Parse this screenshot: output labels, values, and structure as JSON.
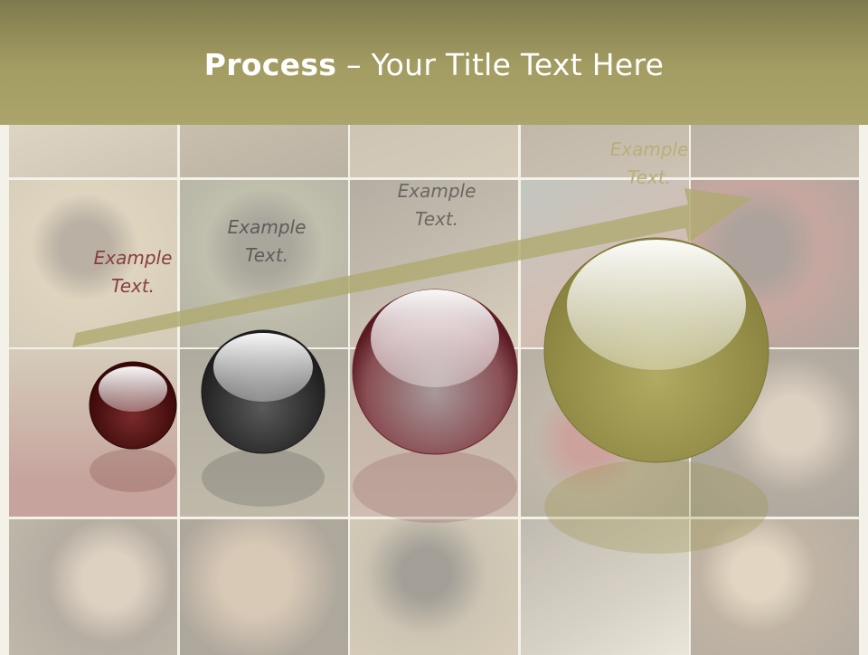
{
  "title": {
    "bold": "Process",
    "rest": " – Your Title Text Here"
  },
  "steps": [
    {
      "line1": "Example",
      "line2": "Text.",
      "color": "#8a3e3e"
    },
    {
      "line1": "Example",
      "line2": "Text.",
      "color": "#5f5d5b"
    },
    {
      "line1": "Example",
      "line2": "Text.",
      "color": "#6a6862"
    },
    {
      "line1": "Example",
      "line2": "Text.",
      "color": "#b7b077"
    }
  ],
  "colors": {
    "header": "#a49d63",
    "arrow": "#b0aa72",
    "sphere_1": "#5a1414",
    "sphere_2": "#3c3c3c",
    "sphere_3": "#7a2a30",
    "sphere_4": "#9a9448"
  }
}
